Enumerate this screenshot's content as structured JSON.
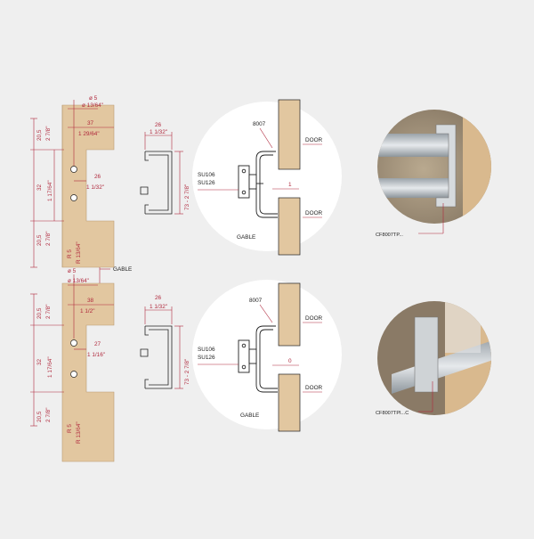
{
  "colors": {
    "background": "#efefef",
    "panel": "#e2c7a0",
    "panel_edge": "#c9aa80",
    "dimension": "#b0283c",
    "line": "#222222",
    "circle_bg": "#ffffff",
    "photo_dark": "#8a7a66",
    "photo_metal": "#c8ccd0"
  },
  "top": {
    "d_top_mm": "ø 5",
    "d_top_in": "ø 13/64\"",
    "w37": "37",
    "w37_in": "1 29/64\"",
    "w26": "26",
    "w26_in": "1 1/32\"",
    "l20": "20,5",
    "l20_in": "2 7/8\"",
    "l32": "32",
    "l32_in": "1 17/64\"",
    "l20b": "20,5",
    "l20b_in": "2 7/8\"",
    "r5": "R 5",
    "r5_in": "R 13/64\"",
    "pw26": "26",
    "pw26_in": "1 1/32\"",
    "ph73": "73 - 2 7/8\"",
    "hinge": "8007",
    "door1": "DOOR",
    "door2": "DOOR",
    "su106": "SU106",
    "su126": "SU126",
    "gap": "1",
    "gable": "GABLE",
    "photo_code": "CF8007TP..."
  },
  "gable_label": "GABLE",
  "bottom": {
    "d_top_mm": "ø 5",
    "d_top_in": "ø 13/64\"",
    "w38": "38",
    "w38_in": "1 1/2\"",
    "w27": "27",
    "w27_in": "1 1/16\"",
    "l20": "20,5",
    "l20_in": "2 7/8\"",
    "l32": "32",
    "l32_in": "1 17/64\"",
    "l20b": "20,5",
    "l20b_in": "2 7/8\"",
    "r5": "R 5",
    "r5_in": "R 13/64\"",
    "pw26": "26",
    "pw26_in": "1 1/32\"",
    "ph73": "73 - 2 7/8\"",
    "hinge": "8007",
    "door1": "DOOR",
    "door2": "DOOR",
    "su106": "SU106",
    "su126": "SU126",
    "gap": "0",
    "gable": "GABLE",
    "photo_code": "CF8007TPI...C"
  }
}
